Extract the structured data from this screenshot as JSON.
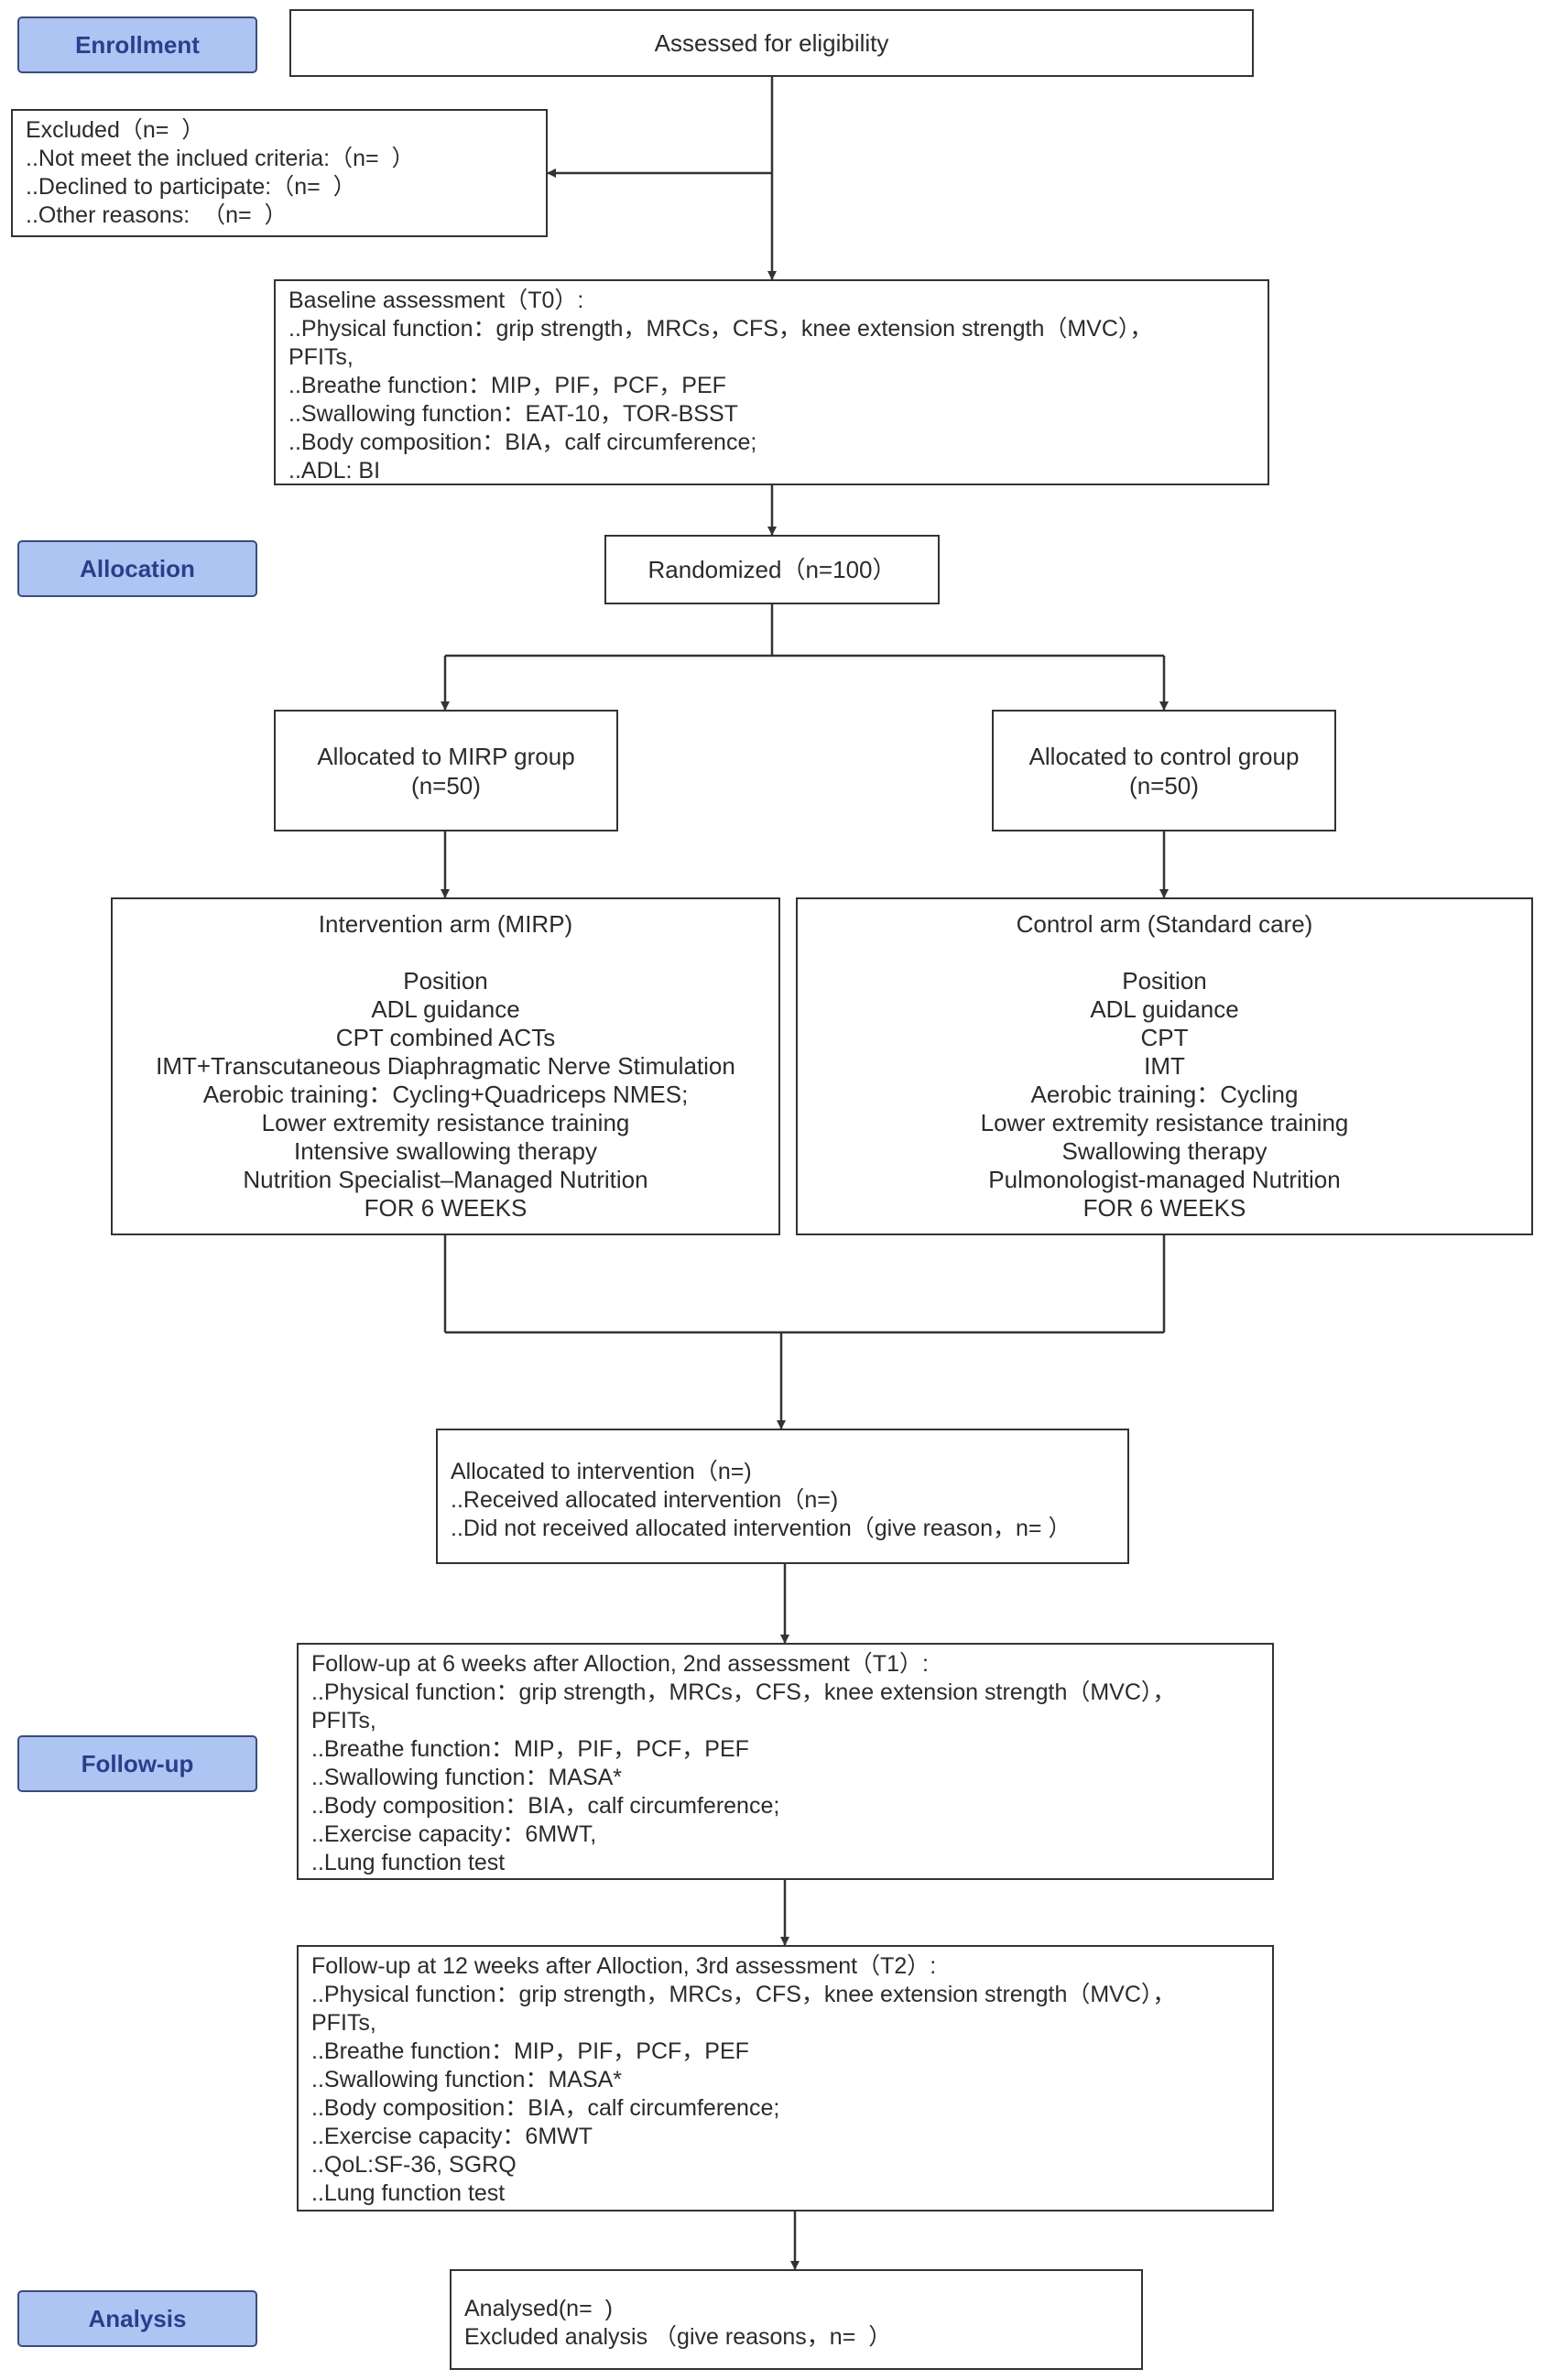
{
  "stages": {
    "enrollment": "Enrollment",
    "allocation": "Allocation",
    "follow_up": "Follow-up",
    "analysis": "Analysis"
  },
  "boxes": {
    "assessed": "Assessed for eligibility",
    "excluded": [
      "Excluded（n=  ）",
      "..Not meet the inclued criteria:（n=  ）",
      "..Declined to participate:（n=  ）",
      "..Other reasons:  （n=  ）"
    ],
    "baseline": [
      "Baseline assessment（T0）:",
      "..Physical function：grip strength，MRCs，CFS，knee extension strength（MVC），",
      "PFITs,",
      "..Breathe function：MIP，PIF，PCF，PEF",
      "..Swallowing function：EAT-10，TOR-BSST",
      "..Body composition：BIA，calf circumference;",
      "..ADL: BI"
    ],
    "randomized": "Randomized（n=100）",
    "mirp_group": [
      "Allocated to MIRP group",
      "(n=50)"
    ],
    "control_group": [
      "Allocated to control group",
      "(n=50)"
    ],
    "intervention_arm": {
      "title": "Intervention arm (MIRP)",
      "items": [
        "Position",
        "ADL guidance",
        "CPT combined ACTs",
        "IMT+Transcutaneous Diaphragmatic Nerve Stimulation",
        "Aerobic training：Cycling+Quadriceps NMES;",
        "Lower extremity resistance training",
        "Intensive swallowing therapy",
        "Nutrition Specialist–Managed Nutrition",
        "FOR 6 WEEKS"
      ]
    },
    "control_arm": {
      "title": "Control arm (Standard care)",
      "items": [
        "Position",
        "ADL guidance",
        "CPT",
        "IMT",
        "Aerobic training：Cycling",
        "Lower extremity resistance training",
        "Swallowing therapy",
        "Pulmonologist-managed Nutrition",
        "FOR 6 WEEKS"
      ]
    },
    "allocated_intervention": [
      "Allocated to intervention（n=)",
      "..Received allocated intervention（n=)",
      "..Did not received allocated intervention（give reason，n= ）"
    ],
    "followup_6w": [
      "Follow-up at 6 weeks after Alloction, 2nd assessment（T1）:",
      "..Physical function：grip strength，MRCs，CFS，knee extension strength（MVC），",
      "PFITs,",
      "..Breathe function：MIP，PIF，PCF，PEF",
      "..Swallowing function：MASA*",
      "..Body composition：BIA，calf circumference;",
      "..Exercise capacity：6MWT,",
      "..Lung function test"
    ],
    "followup_12w": [
      "Follow-up at 12 weeks after Alloction, 3rd assessment（T2）:",
      "..Physical function：grip strength，MRCs，CFS，knee extension strength（MVC），",
      "PFITs,",
      "..Breathe function：MIP，PIF，PCF，PEF",
      "..Swallowing function：MASA*",
      "..Body composition：BIA，calf circumference;",
      "..Exercise capacity：6MWT",
      "..QoL:SF-36, SGRQ",
      "..Lung function test"
    ],
    "analysis": [
      "Analysed(n=  )",
      "Excluded analysis （give reasons，n=  ）"
    ]
  }
}
